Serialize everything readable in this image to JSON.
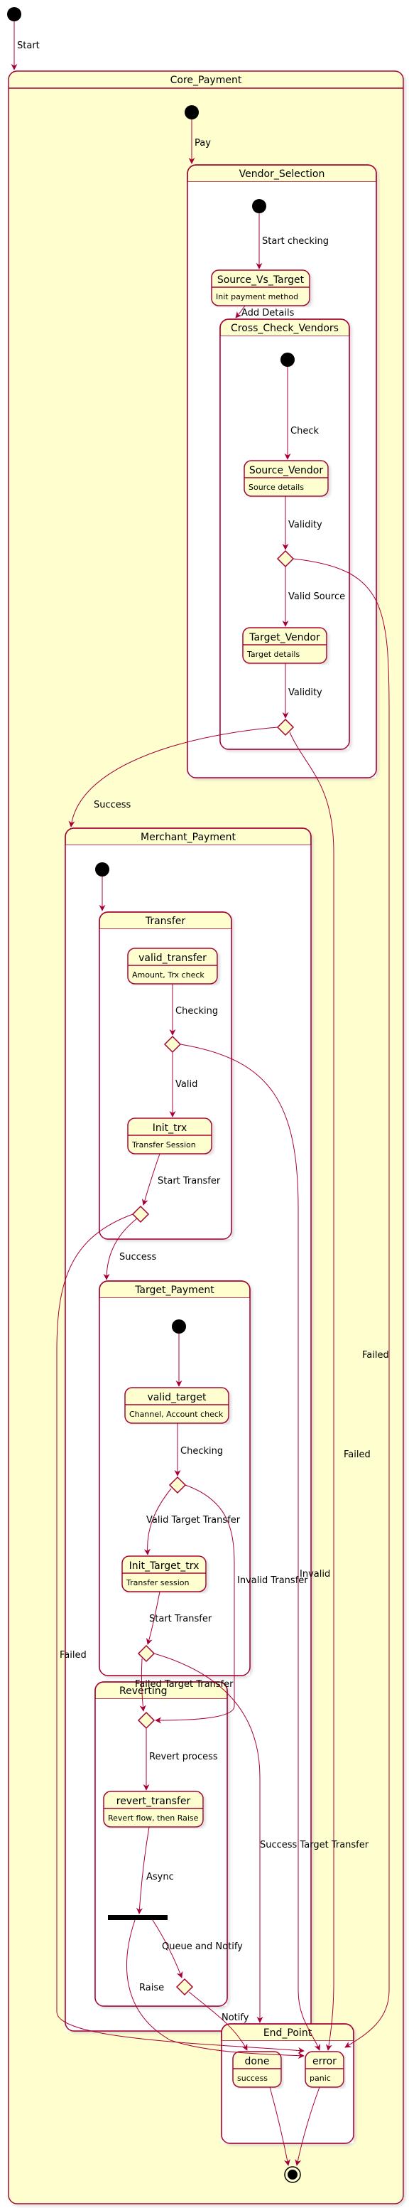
{
  "composites": {
    "core_payment": "Core_Payment",
    "vendor_selection": "Vendor_Selection",
    "cross_check_vendors": "Cross_Check_Vendors",
    "merchant_payment": "Merchant_Payment",
    "transfer": "Transfer",
    "target_payment": "Target_Payment",
    "reverting": "Reverting",
    "end_point": "End_Point"
  },
  "states": {
    "source_vs_target": {
      "name": "Source_Vs_Target",
      "desc": "Init payment method"
    },
    "source_vendor": {
      "name": "Source_Vendor",
      "desc": "Source details"
    },
    "target_vendor": {
      "name": "Target_Vendor",
      "desc": "Target details"
    },
    "valid_transfer": {
      "name": "valid_transfer",
      "desc": "Amount, Trx check"
    },
    "init_trx": {
      "name": "Init_trx",
      "desc": "Transfer Session"
    },
    "valid_target": {
      "name": "valid_target",
      "desc": "Channel, Account check"
    },
    "init_target_trx": {
      "name": "Init_Target_trx",
      "desc": "Transfer session"
    },
    "revert_transfer": {
      "name": "revert_transfer",
      "desc": "Revert flow, then Raise"
    },
    "done": {
      "name": "done",
      "desc": "success"
    },
    "error": {
      "name": "error",
      "desc": "panic"
    }
  },
  "transitions": {
    "start": "Start",
    "pay": "Pay",
    "start_checking": "Start checking",
    "add_details": "Add Details",
    "check": "Check",
    "validity_source": "Validity",
    "valid_source": "Valid Source",
    "validity_target": "Validity",
    "success": "Success",
    "failed_vendor": "Failed",
    "checking_transfer": "Checking",
    "valid": "Valid",
    "start_transfer": "Start Transfer",
    "success_transfer": "Success",
    "failed_transfer": "Failed",
    "checking_target": "Checking",
    "valid_target_transfer": "Valid Target Transfer",
    "invalid_transfer": "Invalid Transfer",
    "invalid": "Invalid",
    "start_target_transfer": "Start Transfer",
    "failed_target_transfer": "Failed Target Transfer",
    "success_target_transfer": "Success Target Transfer",
    "failed_source": "Failed",
    "revert_process": "Revert process",
    "async": "Async",
    "queue_and_notify": "Queue and Notify",
    "raise": "Raise",
    "notify": "Notify"
  }
}
